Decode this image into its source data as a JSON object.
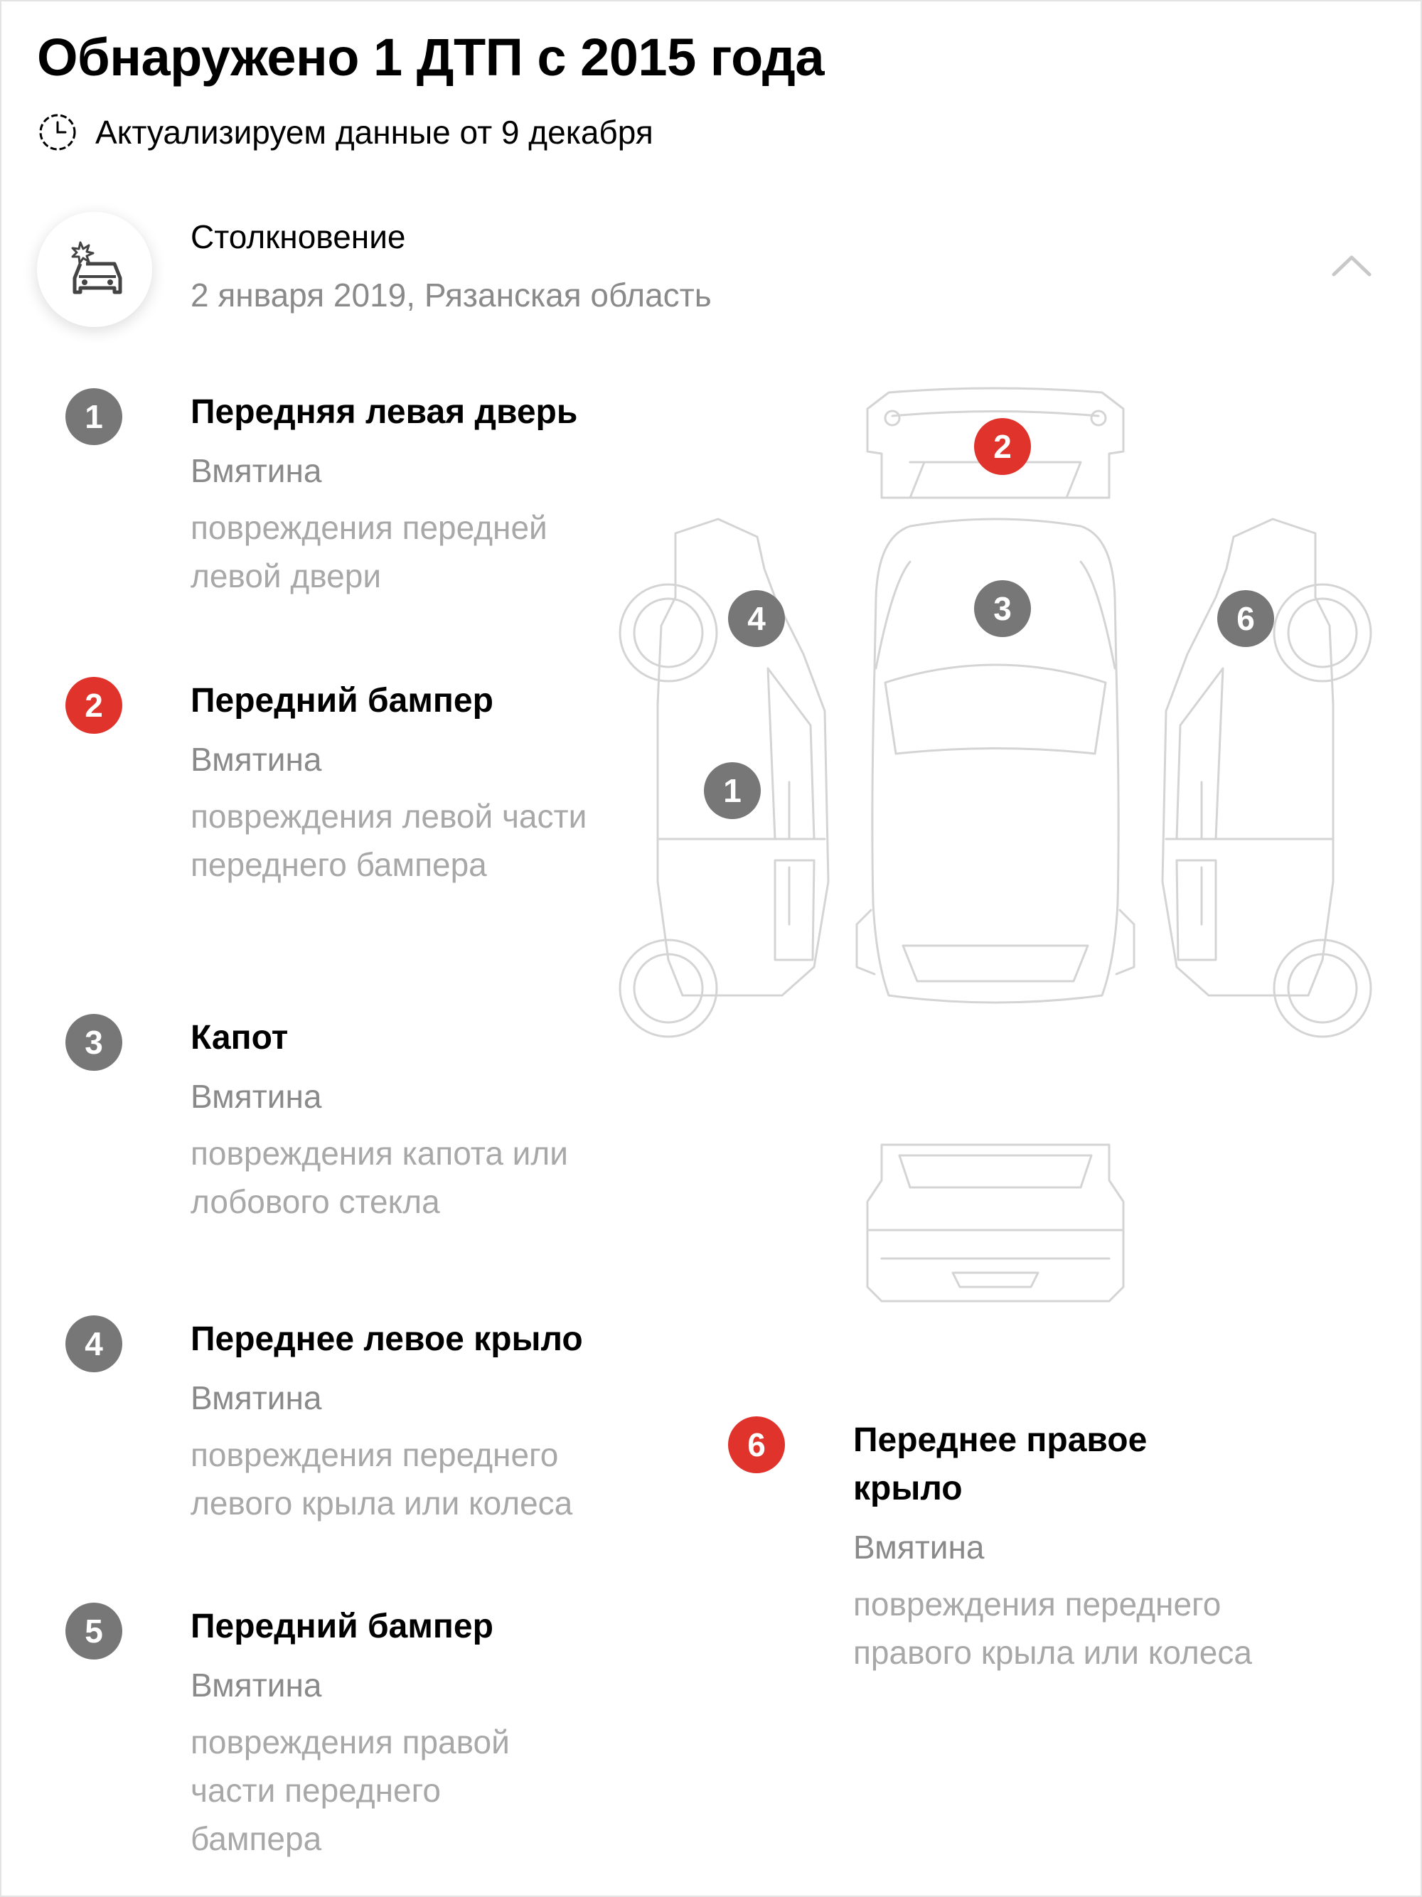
{
  "header": {
    "title": "Обнаружено 1 ДТП с 2015 года",
    "update_text": "Актуализируем данные от 9 декабря"
  },
  "accident": {
    "type": "Столкновение",
    "date_region": "2 января 2019, Рязанская область",
    "icon": "car-crash-icon"
  },
  "damages": [
    {
      "num": "1",
      "severity": "grey",
      "title": "Передняя левая дверь",
      "type": "Вмятина",
      "description": "повреждения передней левой двери"
    },
    {
      "num": "2",
      "severity": "red",
      "title": "Передний бампер",
      "type": "Вмятина",
      "description": "повреждения левой части переднего бампера"
    },
    {
      "num": "3",
      "severity": "grey",
      "title": "Капот",
      "type": "Вмятина",
      "description": "повреждения капота или лобового стекла"
    },
    {
      "num": "4",
      "severity": "grey",
      "title": "Переднее левое крыло",
      "type": "Вмятина",
      "description": "повреждения переднего левого крыла или колеса"
    },
    {
      "num": "5",
      "severity": "grey",
      "title": "Передний бампер",
      "type": "Вмятина",
      "description": "повреждения правой части переднего бампера"
    },
    {
      "num": "6",
      "severity": "red",
      "title": "Переднее правое крыло",
      "type": "Вмятина",
      "description": "повреждения переднего правого крыла или колеса"
    }
  ],
  "diagram_markers": [
    {
      "num": "2",
      "severity": "red"
    },
    {
      "num": "3",
      "severity": "grey"
    },
    {
      "num": "4",
      "severity": "grey"
    },
    {
      "num": "6",
      "severity": "grey"
    },
    {
      "num": "1",
      "severity": "grey"
    }
  ],
  "colors": {
    "marker_grey": "#777777",
    "marker_red": "#e0332b",
    "text_secondary": "#8a8a8a",
    "text_tertiary": "#a8a8a8",
    "car_outline": "#d4d4d4"
  }
}
